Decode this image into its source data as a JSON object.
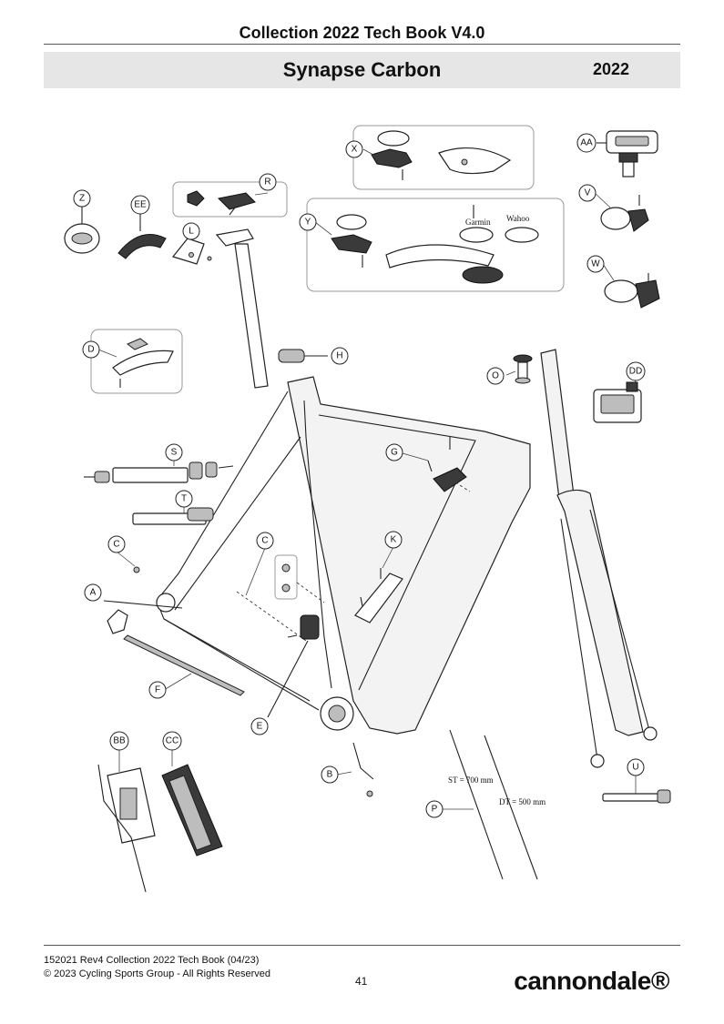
{
  "header": {
    "doc_title": "Collection 2022 Tech Book V4.0",
    "model_name": "Synapse Carbon",
    "year": "2022"
  },
  "callouts": [
    "X",
    "AA",
    "R",
    "Z",
    "EE",
    "L",
    "Y",
    "V",
    "W",
    "D",
    "H",
    "O",
    "DD",
    "S",
    "G",
    "T",
    "C",
    "C",
    "K",
    "A",
    "F",
    "E",
    "BB",
    "CC",
    "B",
    "P",
    "U"
  ],
  "diagram_labels": {
    "garmin": "Garmin",
    "wahoo": "Wahoo",
    "st_length": "ST = 700 mm",
    "dt_length": "DT = 500 mm"
  },
  "footer": {
    "line1": "152021 Rev4 Collection 2022 Tech Book (04/23)",
    "line2": "© 2023 Cycling Sports Group - All Rights Reserved",
    "page_number": "41",
    "brand": "cannondale®"
  }
}
